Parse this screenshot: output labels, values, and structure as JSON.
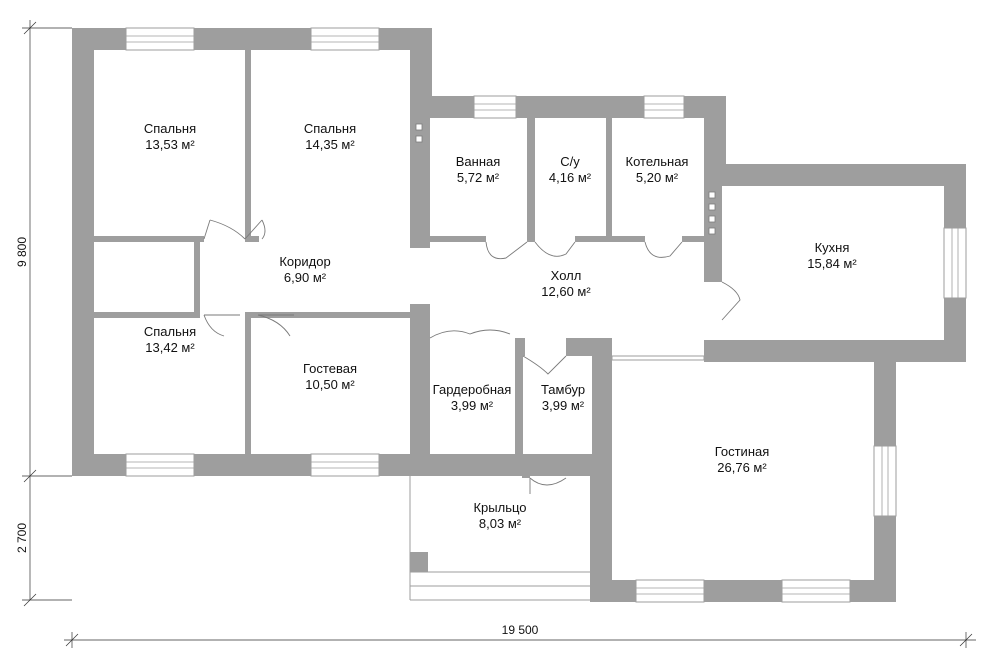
{
  "rooms": {
    "bedroom_1": {
      "name": "Спальня",
      "area": "13,53 м²"
    },
    "bedroom_2": {
      "name": "Спальня",
      "area": "14,35 м²"
    },
    "bedroom_3": {
      "name": "Спальня",
      "area": "13,42 м²"
    },
    "bathroom": {
      "name": "Ванная",
      "area": "5,72 м²"
    },
    "wc": {
      "name": "С/у",
      "area": "4,16 м²"
    },
    "boiler": {
      "name": "Котельная",
      "area": "5,20 м²"
    },
    "kitchen": {
      "name": "Кухня",
      "area": "15,84 м²"
    },
    "corridor": {
      "name": "Коридор",
      "area": "6,90 м²"
    },
    "hall": {
      "name": "Холл",
      "area": "12,60 м²"
    },
    "guest": {
      "name": "Гостевая",
      "area": "10,50 м²"
    },
    "wardrobe": {
      "name": "Гардеробная",
      "area": "3,99 м²"
    },
    "vestibule": {
      "name": "Тамбур",
      "area": "3,99 м²"
    },
    "living": {
      "name": "Гостиная",
      "area": "26,76 м²"
    },
    "porch": {
      "name": "Крыльцо",
      "area": "8,03 м²"
    }
  },
  "dimensions": {
    "vertical_main": "9 800",
    "vertical_porch": "2 700",
    "horizontal_total": "19 500"
  },
  "colors": {
    "wall": "#9e9e9e",
    "background": "#ffffff"
  }
}
